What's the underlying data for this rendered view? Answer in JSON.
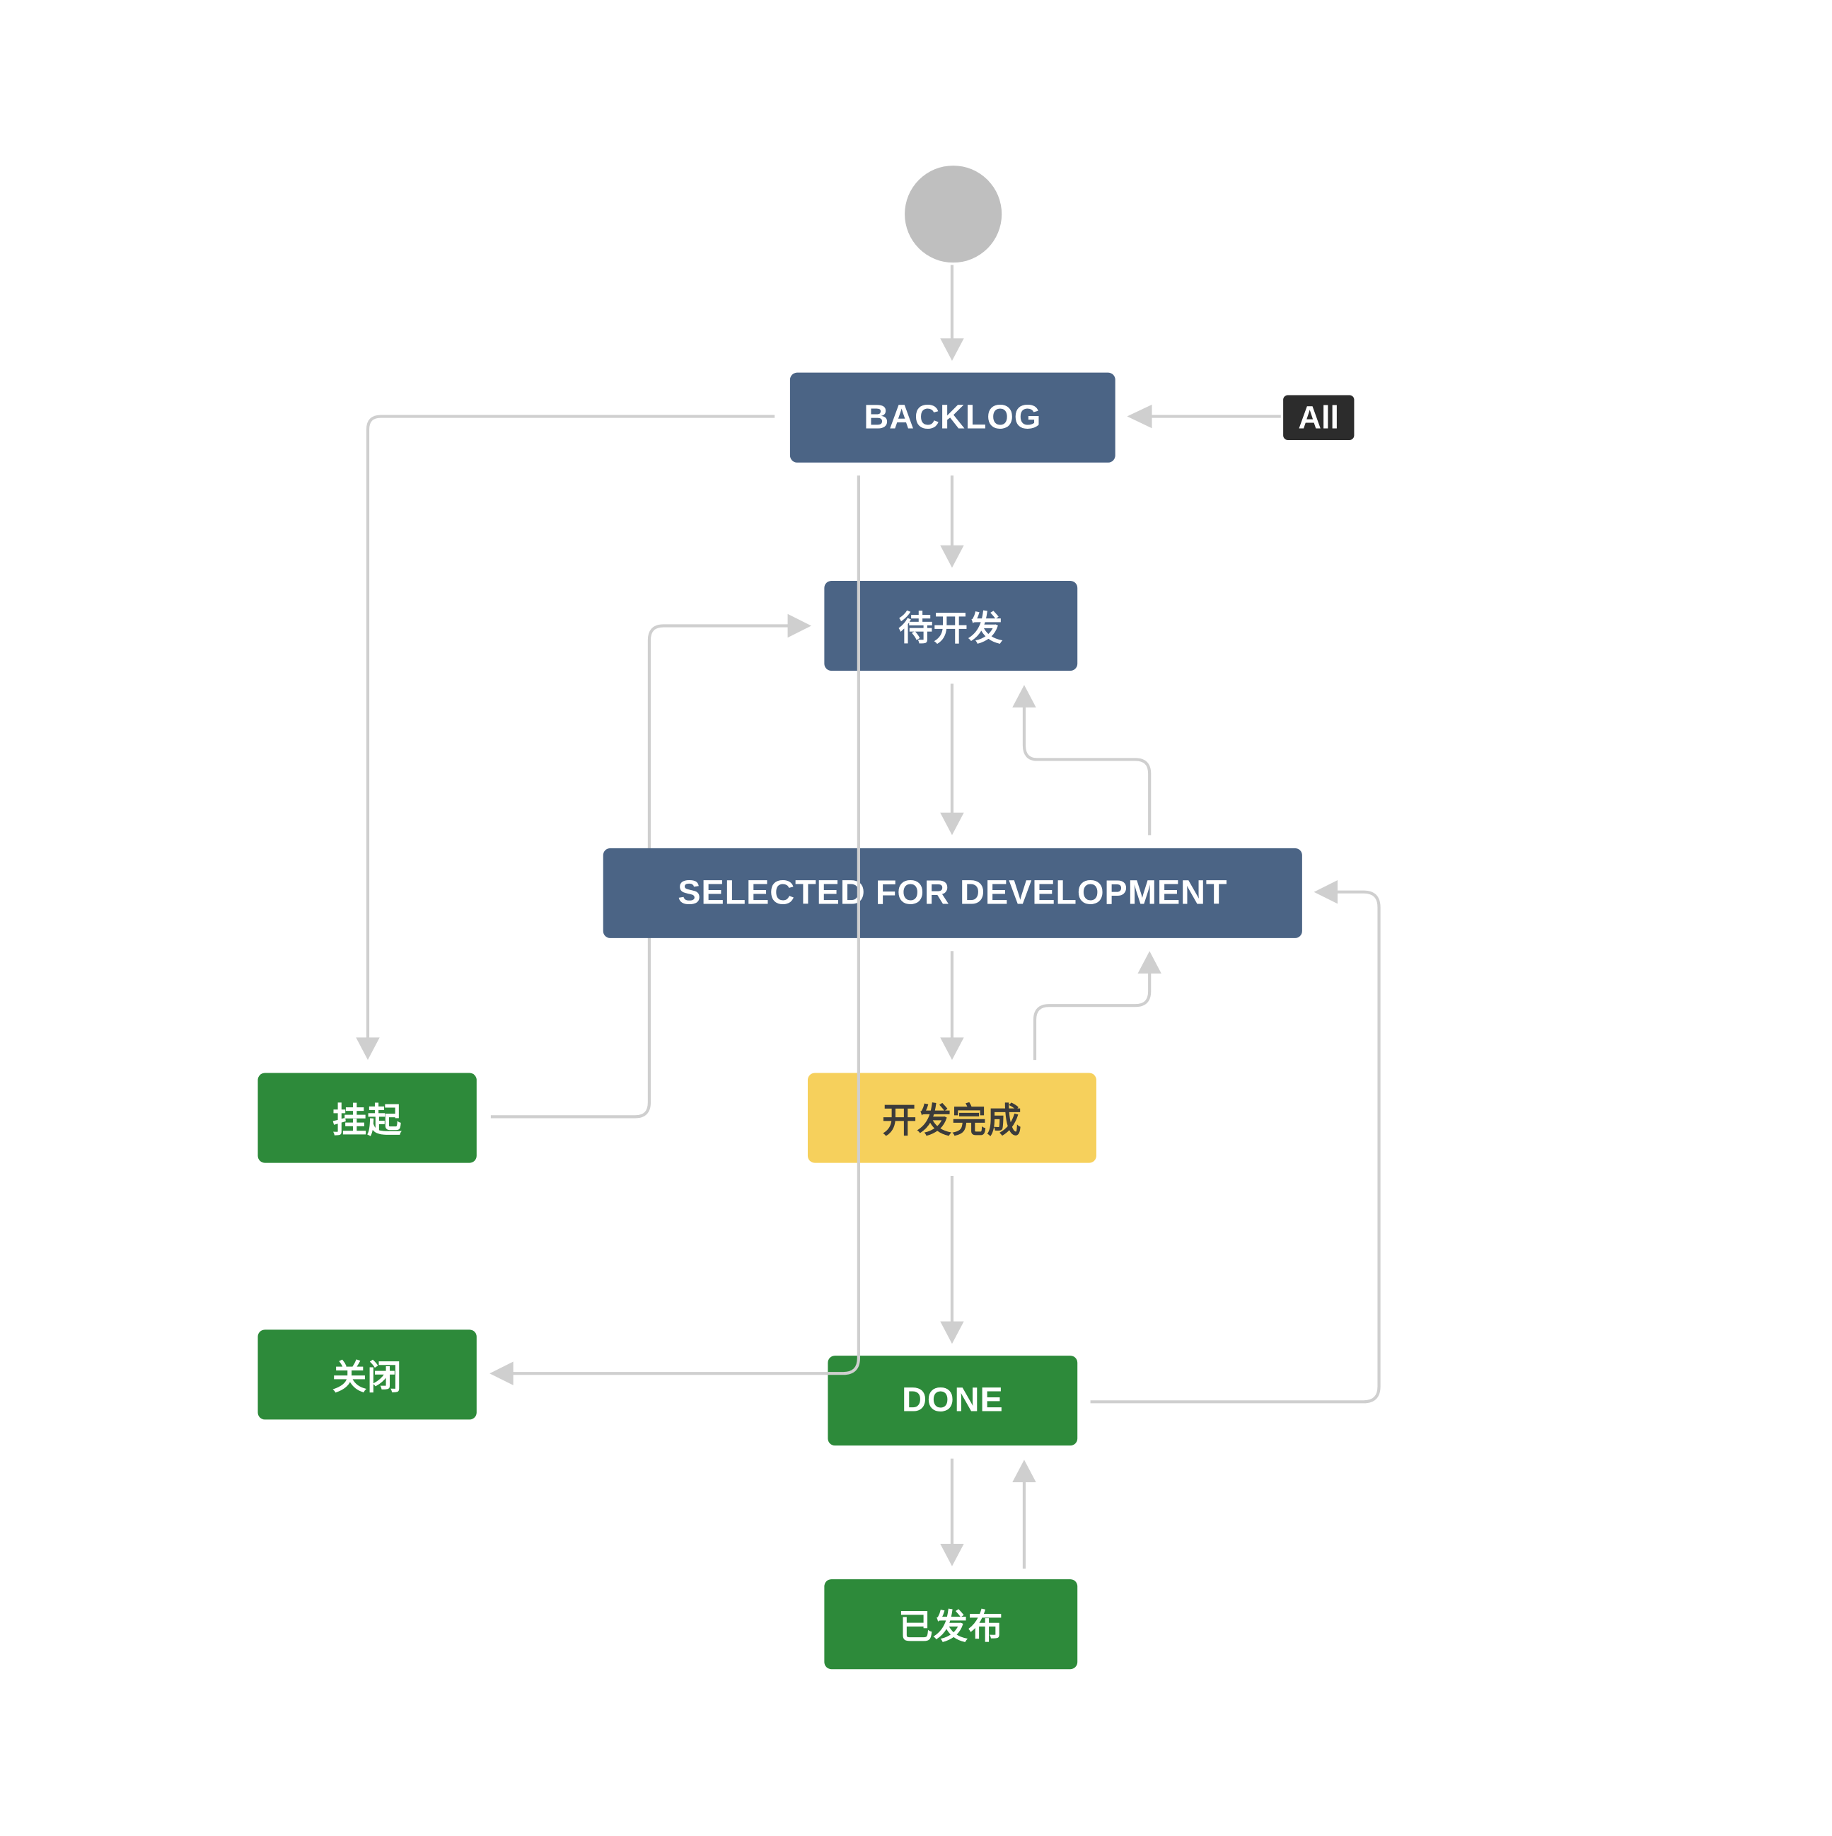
{
  "workflow": {
    "start": {
      "label": ""
    },
    "all_badge": {
      "label": "All"
    },
    "statuses": {
      "backlog": {
        "label": "BACKLOG",
        "color": "#4b6485"
      },
      "pending_dev": {
        "label": "待开发",
        "color": "#4b6485"
      },
      "selected_for_dev": {
        "label": "SELECTED FOR DEVELOPMENT",
        "color": "#4b6485"
      },
      "on_hold": {
        "label": "挂起",
        "color": "#2d8a3a"
      },
      "dev_complete": {
        "label": "开发完成",
        "color": "#f6d05c"
      },
      "closed": {
        "label": "关闭",
        "color": "#2d8a3a"
      },
      "done": {
        "label": "DONE",
        "color": "#2d8a3a"
      },
      "released": {
        "label": "已发布",
        "color": "#2d8a3a"
      }
    },
    "transitions": [
      {
        "from": "start",
        "to": "backlog"
      },
      {
        "from": "all",
        "to": "backlog"
      },
      {
        "from": "backlog",
        "to": "on_hold"
      },
      {
        "from": "backlog",
        "to": "pending_dev"
      },
      {
        "from": "backlog",
        "to": "closed"
      },
      {
        "from": "on_hold",
        "to": "pending_dev"
      },
      {
        "from": "pending_dev",
        "to": "selected_for_dev"
      },
      {
        "from": "selected_for_dev",
        "to": "pending_dev"
      },
      {
        "from": "selected_for_dev",
        "to": "dev_complete"
      },
      {
        "from": "dev_complete",
        "to": "selected_for_dev"
      },
      {
        "from": "dev_complete",
        "to": "done"
      },
      {
        "from": "done",
        "to": "selected_for_dev"
      },
      {
        "from": "done",
        "to": "released"
      },
      {
        "from": "released",
        "to": "done"
      }
    ]
  }
}
